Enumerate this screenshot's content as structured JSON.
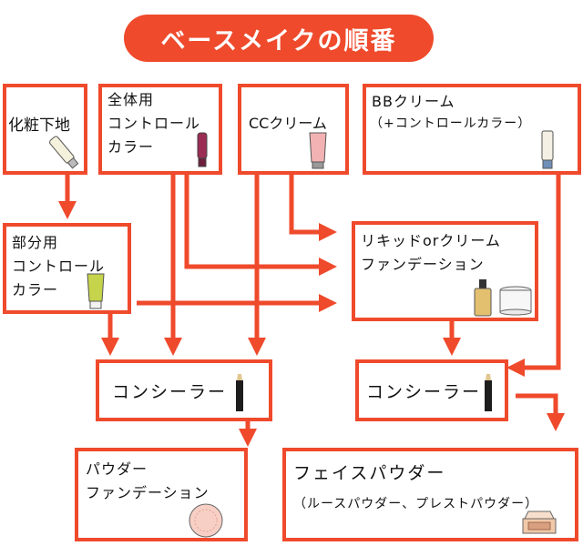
{
  "title": "ベースメイクの順番",
  "nodes": {
    "primer": {
      "label": "化粧下地"
    },
    "overall_control": {
      "lines": [
        "全体用",
        "コントロール",
        "カラー"
      ]
    },
    "cc_cream": {
      "label": "CCクリーム"
    },
    "bb_cream": {
      "label": "BBクリーム",
      "sub": "（+コントロールカラー）"
    },
    "partial_control": {
      "lines": [
        "部分用",
        "コントロール",
        "カラー"
      ]
    },
    "liquid_foundation": {
      "lines": [
        "リキッドorクリーム",
        "ファンデーション"
      ]
    },
    "concealer_left": {
      "label": "コンシーラー"
    },
    "concealer_right": {
      "label": "コンシーラー"
    },
    "powder_foundation": {
      "lines": [
        "パウダー",
        "ファンデーション"
      ]
    },
    "face_powder": {
      "label": "フェイスパウダー",
      "sub": "（ルースパウダー、プレストパウダー）"
    }
  },
  "colors": {
    "accent": "#ef4a2c"
  },
  "icons": [
    "primer-tube-icon",
    "lipstick-tube-icon",
    "cc-tube-icon",
    "bb-tube-icon",
    "green-tube-icon",
    "foundation-bottle-icon",
    "cream-jar-icon",
    "concealer-pen-icon",
    "powder-compact-icon",
    "pressed-powder-icon"
  ]
}
